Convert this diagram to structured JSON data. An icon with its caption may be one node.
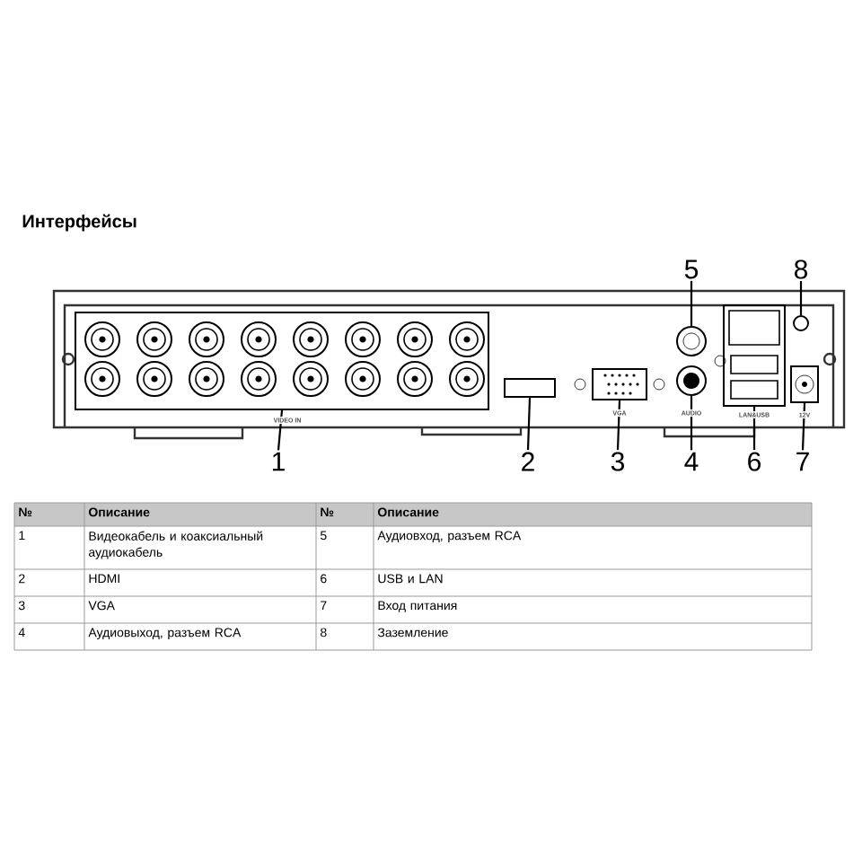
{
  "diagram": {
    "title": "Интерфейсы",
    "nodes": [
      {
        "text": [
          "5"
        ]
      },
      {
        "text": [
          "8"
        ]
      },
      {
        "text": [
          "1"
        ]
      },
      {
        "text": [
          "2"
        ]
      },
      {
        "text": [
          "3"
        ]
      },
      {
        "text": [
          "4"
        ]
      },
      {
        "text": [
          "6"
        ]
      },
      {
        "text": [
          "7"
        ]
      },
      {
        "text": [],
        "shape": "circle"
      },
      {
        "text": [],
        "shape": "circle"
      },
      {
        "text": [],
        "shape": "box"
      },
      {
        "text": [],
        "shape": "box"
      },
      {
        "text": [],
        "shape": "box"
      },
      {
        "text": [],
        "shape": "circle"
      },
      {
        "text": [],
        "shape": "box"
      },
      {
        "text": [],
        "shape": "box"
      }
    ],
    "edges": [
      {
        "from": 0,
        "to": 8,
        "arrow": "none"
      },
      {
        "from": 1,
        "to": 9,
        "arrow": "none"
      },
      {
        "from": 2,
        "to": 10,
        "arrow": "none"
      },
      {
        "from": 3,
        "to": 11,
        "arrow": "none"
      },
      {
        "from": 4,
        "to": 12,
        "arrow": "none"
      },
      {
        "from": 5,
        "to": 13,
        "arrow": "none"
      },
      {
        "from": 6,
        "to": 14,
        "arrow": "none"
      },
      {
        "from": 7,
        "to": 15,
        "arrow": "none"
      }
    ],
    "labels": [
      "VIDEO IN",
      "VGA",
      "AUDIO",
      "LAN&USB",
      "12V",
      "№",
      "Описание",
      "№",
      "Описание",
      "1",
      "Видеокабель и коаксиальный аудиокабель",
      "5",
      "Аудиовход, разъем RCA",
      "2",
      "HDMI",
      "6",
      "USB и LAN",
      "3",
      "VGA",
      "7",
      "Вход питания",
      "4",
      "Аудиовыход, разъем RCA",
      "8",
      "Заземление"
    ]
  }
}
